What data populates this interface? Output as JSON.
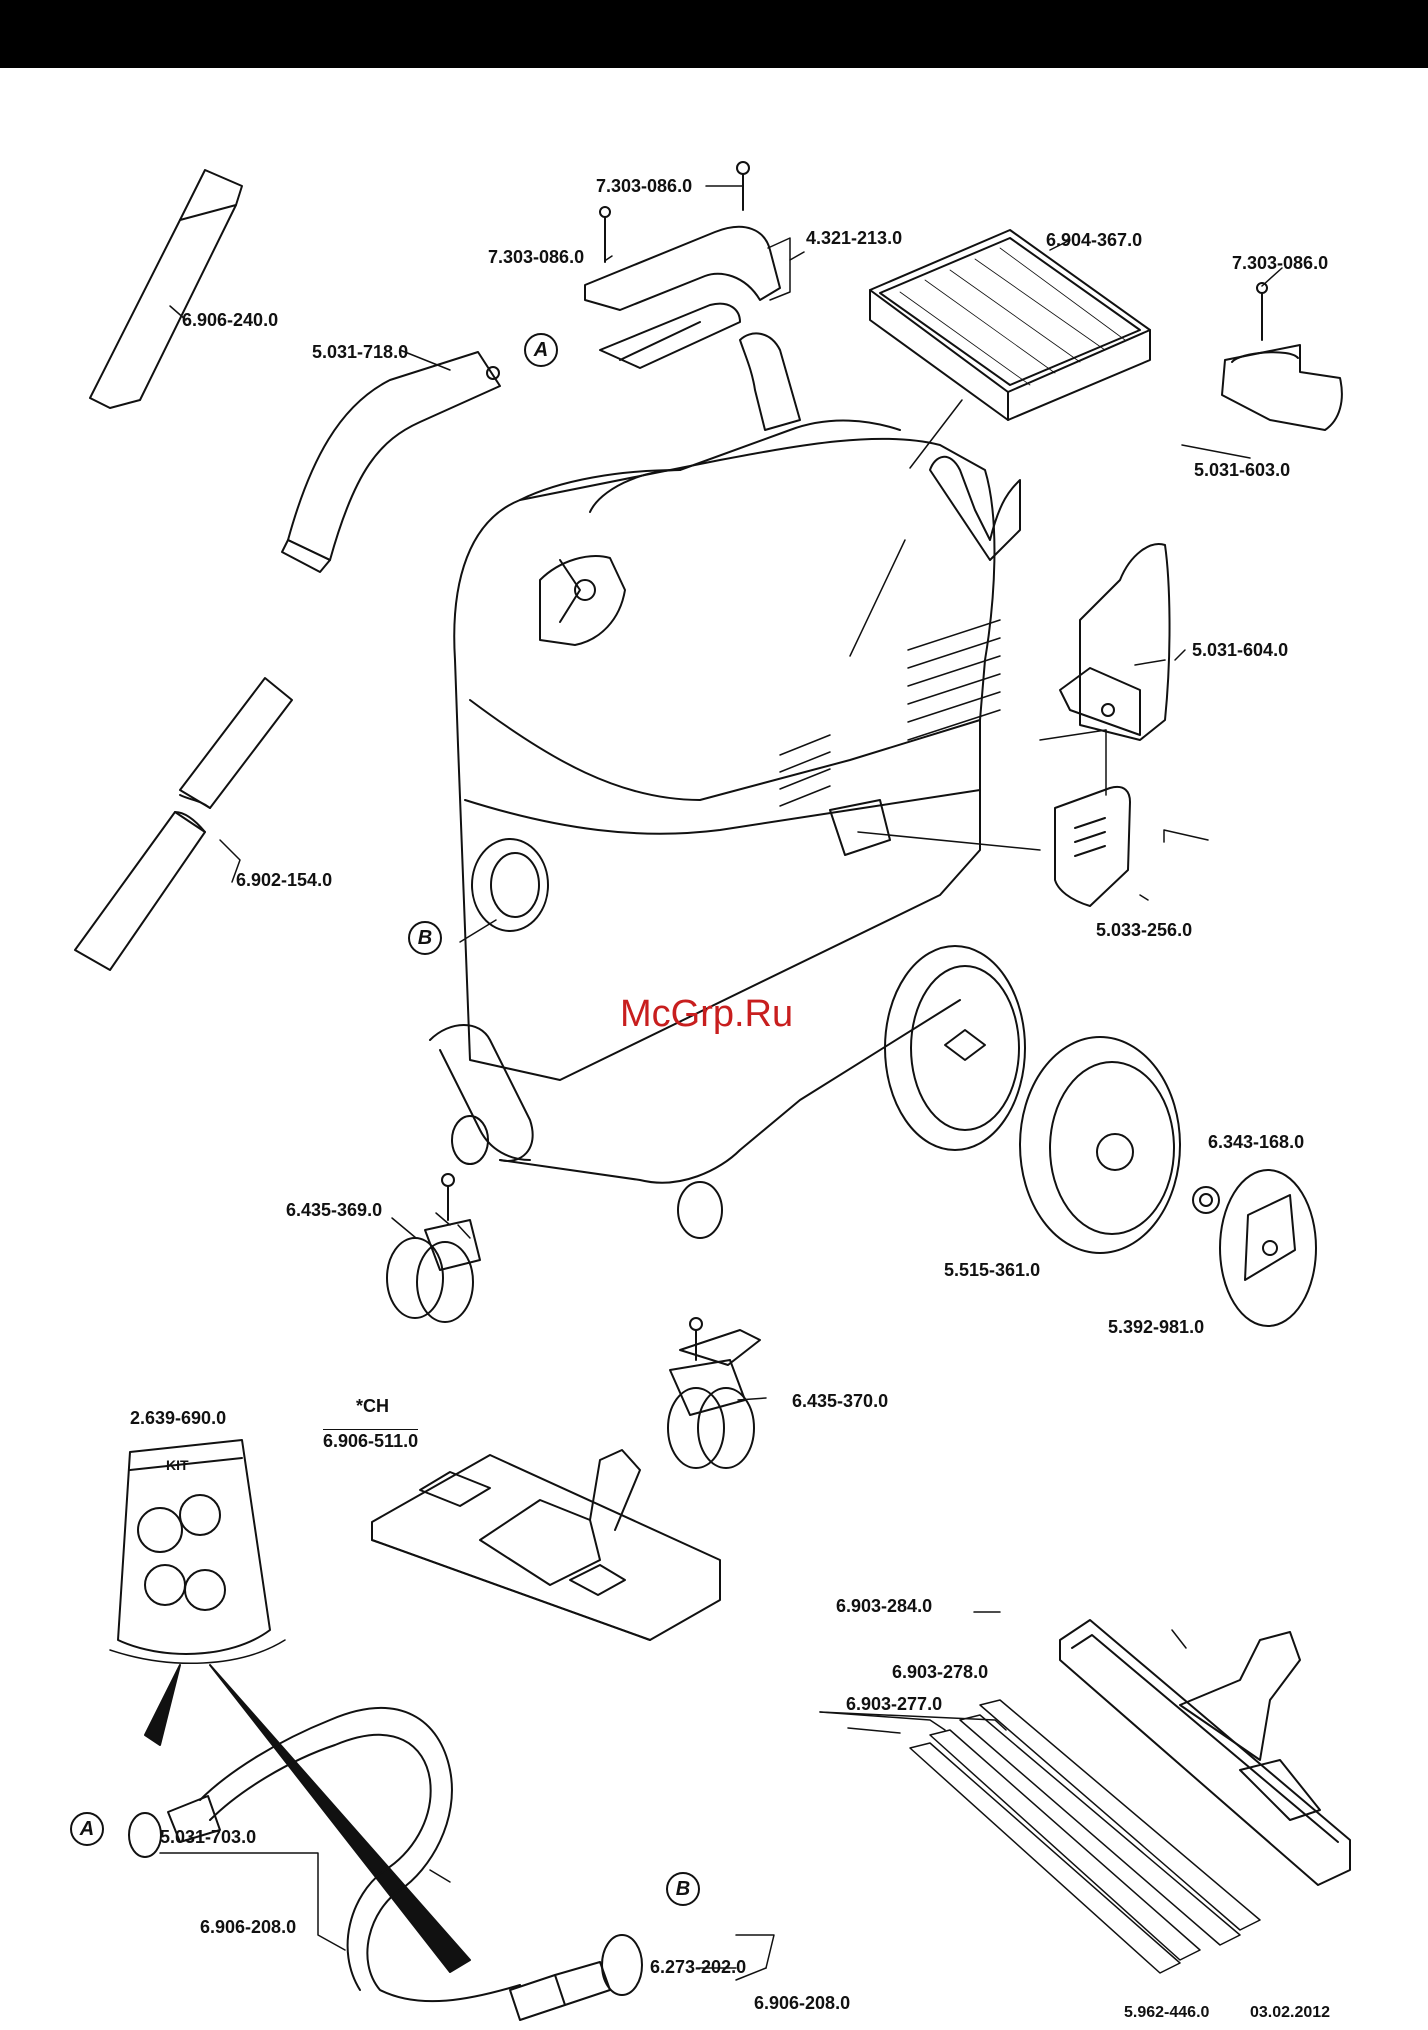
{
  "labels": {
    "screw_top": "7.303-086.0",
    "screw_left": "7.303-086.0",
    "handle": "4.321-213.0",
    "filter": "6.904-367.0",
    "screw_right": "7.303-086.0",
    "crevice_nozzle": "6.906-240.0",
    "elbow": "5.031-718.0",
    "holder": "5.031-603.0",
    "accessory_holder": "5.031-604.0",
    "tubes": "6.902-154.0",
    "cover": "5.033-256.0",
    "lock_washer": "6.343-168.0",
    "caster_left": "6.435-369.0",
    "wheel": "5.515-361.0",
    "hubcap": "5.392-981.0",
    "caster_brake": "6.435-370.0",
    "kit": "2.639-690.0",
    "ch_marker": "*CH",
    "floor_nozzle": "6.906-511.0",
    "wet_nozzle": "6.903-284.0",
    "strip_1": "6.903-278.0",
    "strip_2": "6.903-277.0",
    "hose_coupling_a": "5.031-703.0",
    "hose_left": "6.906-208.0",
    "ring_b": "6.273-202.0",
    "hose_bottom": "6.906-208.0"
  },
  "kit_text": "KIT",
  "markers": {
    "a": "A",
    "b": "B"
  },
  "watermark": "McGrp.Ru",
  "footer": {
    "doc_code": "5.962-446.0",
    "date": "03.02.2012"
  }
}
